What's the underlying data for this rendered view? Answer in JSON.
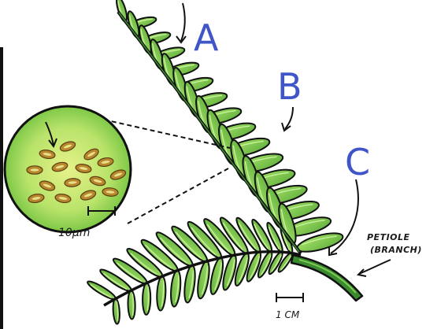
{
  "labels": {
    "a": "A",
    "b": "B",
    "c": "C",
    "petiole_line1": "PETIOLE",
    "petiole_line2": "(BRANCH)",
    "scale_cm": "1 CM",
    "scale_um": "10μm"
  },
  "colors": {
    "leaflet_fill": "#8fd65a",
    "leaflet_shade": "#5fae3a",
    "outline": "#111111",
    "stalk": "#2f7a2a",
    "label_blue": "#3f55c8",
    "circle_fill": "#b9e36a",
    "stomata_fill": "#b8872e"
  },
  "icons": {
    "frond": "upper-pinnate-frond",
    "lower_frond": "lower-pinnate-frond",
    "magnifier": "zoom-circle-stomata"
  }
}
